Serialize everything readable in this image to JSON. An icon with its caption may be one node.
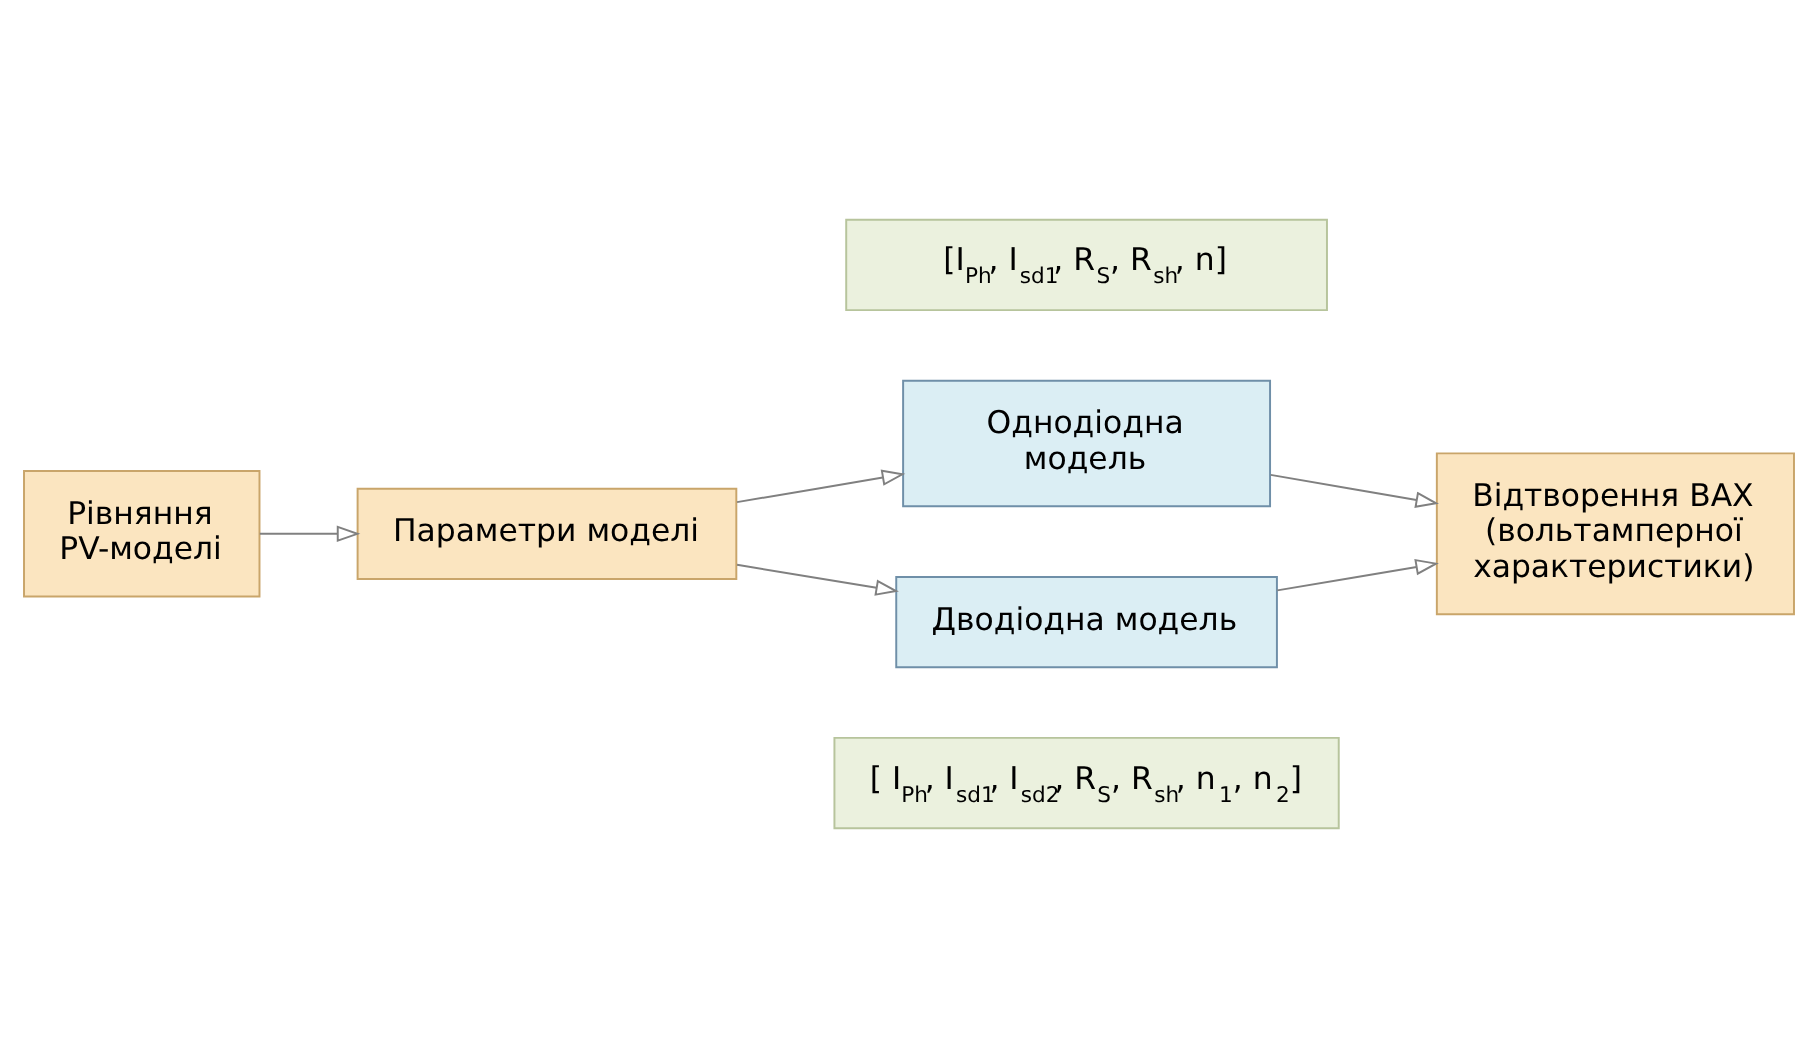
{
  "diagram": {
    "nodes": [
      {
        "text": [
          "Рівняння PV-моделі"
        ]
      },
      {
        "text": [
          "Параметри моделі"
        ]
      },
      {
        "text": [
          "[I$_{Ph}$, I$_{sd1}$, R$_{S}$, R$_{sh}$, n]"
        ]
      },
      {
        "text": [
          "Однодіодна модель"
        ]
      },
      {
        "text": [
          "Дводіодна модель"
        ]
      },
      {
        "text": [
          "[ I$_{Ph}$, I$_{sd1}$, I$_{sd2}$, R$_{S}$, R$_{sh}$, n$_{1}$, n$_{2}$]"
        ]
      },
      {
        "text": [
          "Відтворення ВАХ (вольтамперної характеристики)"
        ]
      }
    ],
    "edges": [
      {
        "from": 0,
        "to": 1,
        "arrow": "to"
      },
      {
        "from": 1,
        "to": 3,
        "arrow": "to"
      },
      {
        "from": 1,
        "to": 4,
        "arrow": "to"
      },
      {
        "from": 3,
        "to": 6,
        "arrow": "to"
      },
      {
        "from": 4,
        "to": 6,
        "arrow": "to"
      }
    ]
  }
}
